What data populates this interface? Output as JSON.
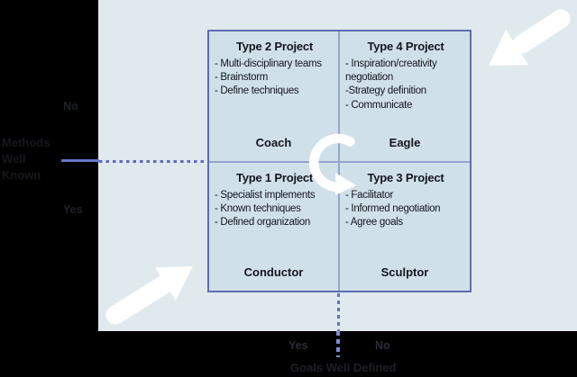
{
  "matrix": {
    "quadrants": [
      {
        "position": "top-left",
        "title": "Type 2 Project",
        "lines": [
          "- Multi-disciplinary teams",
          "- Brainstorm",
          "- Define techniques"
        ],
        "role": "Coach"
      },
      {
        "position": "top-right",
        "title": "Type 4 Project",
        "lines": [
          "- Inspiration/creativity",
          "negotiation",
          "-Strategy definition",
          "- Communicate"
        ],
        "role": "Eagle"
      },
      {
        "position": "bottom-left",
        "title": "Type 1 Project",
        "lines": [
          "- Specialist implements",
          "- Known techniques",
          "- Defined organization"
        ],
        "role": "Conductor"
      },
      {
        "position": "bottom-right",
        "title": "Type 3 Project",
        "lines": [
          "- Facilitator",
          "- Informed negotiation",
          "- Agree goals"
        ],
        "role": "Sculptor"
      }
    ]
  },
  "axes": {
    "y_axis": {
      "label": "Methods Well Known",
      "label_lines": [
        "Methods",
        "Well",
        "Known"
      ],
      "top_value": "No",
      "bottom_value": "Yes"
    },
    "x_axis": {
      "label": "Goals Well Defined",
      "left_value": "Yes",
      "right_value": "No"
    }
  },
  "icons": {
    "center": "rotate-arrow-icon",
    "top_right": "arrow-down-left-icon",
    "bottom_left": "arrow-up-right-icon"
  },
  "colors": {
    "canvas_bg": "#000000",
    "slide_bg": "#dfe9ee",
    "quadrant_bg": "#cfe0e9",
    "matrix_border": "#5e6cb2",
    "grid_line": "#96a4d0",
    "dash_line": "#5c6cbe",
    "dash_line_bright": "#7e8cd6",
    "arrow": "#ffffff",
    "text": "#15161d"
  }
}
